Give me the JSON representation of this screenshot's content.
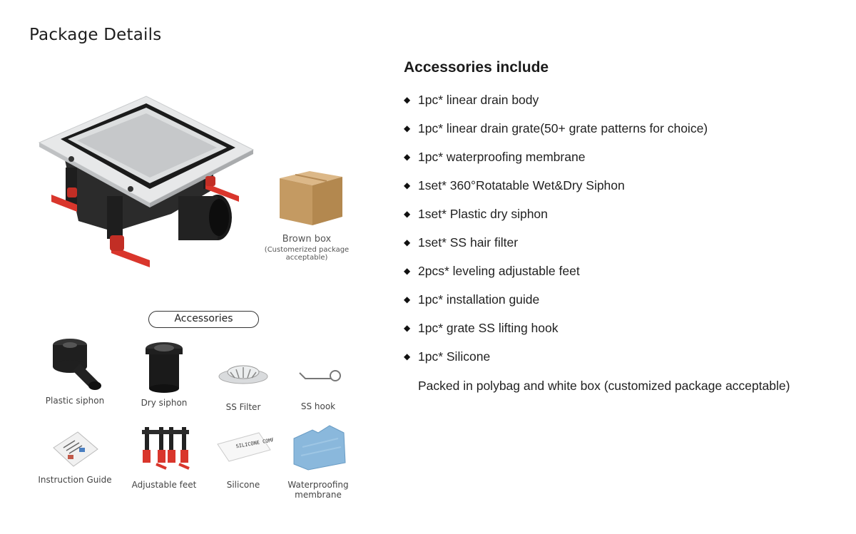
{
  "page": {
    "title": "Package Details"
  },
  "product": {
    "image_icon": "floor-drain-product-icon"
  },
  "box": {
    "icon": "cardboard-box-icon",
    "caption": "Brown box",
    "note": "(Customerized package acceptable)"
  },
  "accessories": {
    "pill_label": "Accessories",
    "items": [
      {
        "label": "Plastic siphon",
        "icon": "plastic-siphon-icon"
      },
      {
        "label": "Dry siphon",
        "icon": "dry-siphon-icon"
      },
      {
        "label": "SS Filter",
        "icon": "ss-filter-icon"
      },
      {
        "label": "SS hook",
        "icon": "ss-hook-icon"
      },
      {
        "label": "Instruction Guide",
        "icon": "instruction-guide-icon"
      },
      {
        "label": "Adjustable feet",
        "icon": "adjustable-feet-icon"
      },
      {
        "label": "Silicone",
        "icon": "silicone-icon",
        "pack_text": "SILICONE COMPOUND"
      },
      {
        "label": "Waterproofing membrane",
        "icon": "waterproofing-membrane-icon"
      }
    ]
  },
  "include": {
    "heading": "Accessories include",
    "bullet_glyph": "◆",
    "items": [
      "1pc* linear drain body",
      "1pc* linear drain grate(50+ grate patterns for choice)",
      "1pc* waterproofing membrane",
      "1set* 360°Rotatable Wet&Dry Siphon",
      "1set* Plastic dry siphon",
      "1set* SS hair filter",
      "2pcs* leveling adjustable feet",
      "1pc* installation guide",
      "1pc* grate SS lifting hook",
      "1pc* Silicone"
    ],
    "packed_note": "Packed in polybag and white box (customized package acceptable)"
  },
  "colors": {
    "accent_red": "#d9362c",
    "steel": "#d6d8da",
    "box_brown": "#c49a62",
    "membrane_blue": "#8ab8dc"
  }
}
